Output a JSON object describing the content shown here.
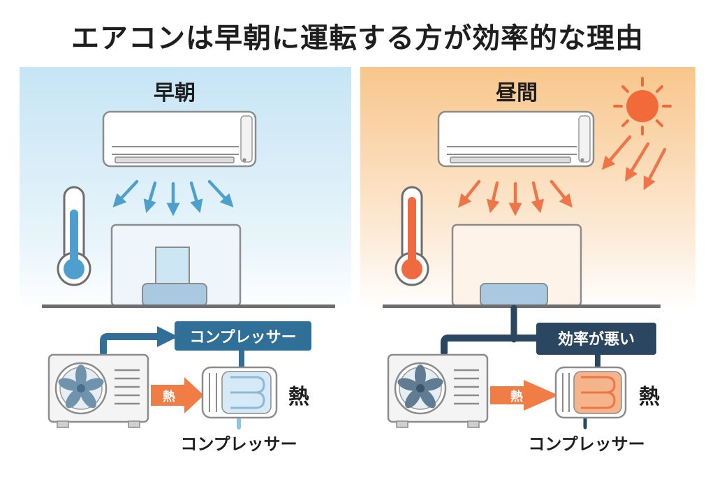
{
  "title": "エアコンは早朝に運転する方が効率的な理由",
  "panels": {
    "left": {
      "heading": "早朝",
      "tag": "コンプレッサー",
      "arrow_label": "熱",
      "heat_label": "熱",
      "bottom_label": "コンプレッサー"
    },
    "right": {
      "heading": "昼間",
      "tag": "効率が悪い",
      "arrow_label": "熱",
      "heat_label": "熱",
      "bottom_label": "コンプレッサー"
    }
  },
  "colors": {
    "cool_bg": "#c9e6f5",
    "warm_bg": "#f8c991",
    "cool_arrow": "#4e9fce",
    "warm_arrow": "#ef7448",
    "pipe_blue": "#2f6f98",
    "pipe_navy": "#2b4660",
    "heat_orange": "#f07d46",
    "sun": "#f26a3a"
  }
}
